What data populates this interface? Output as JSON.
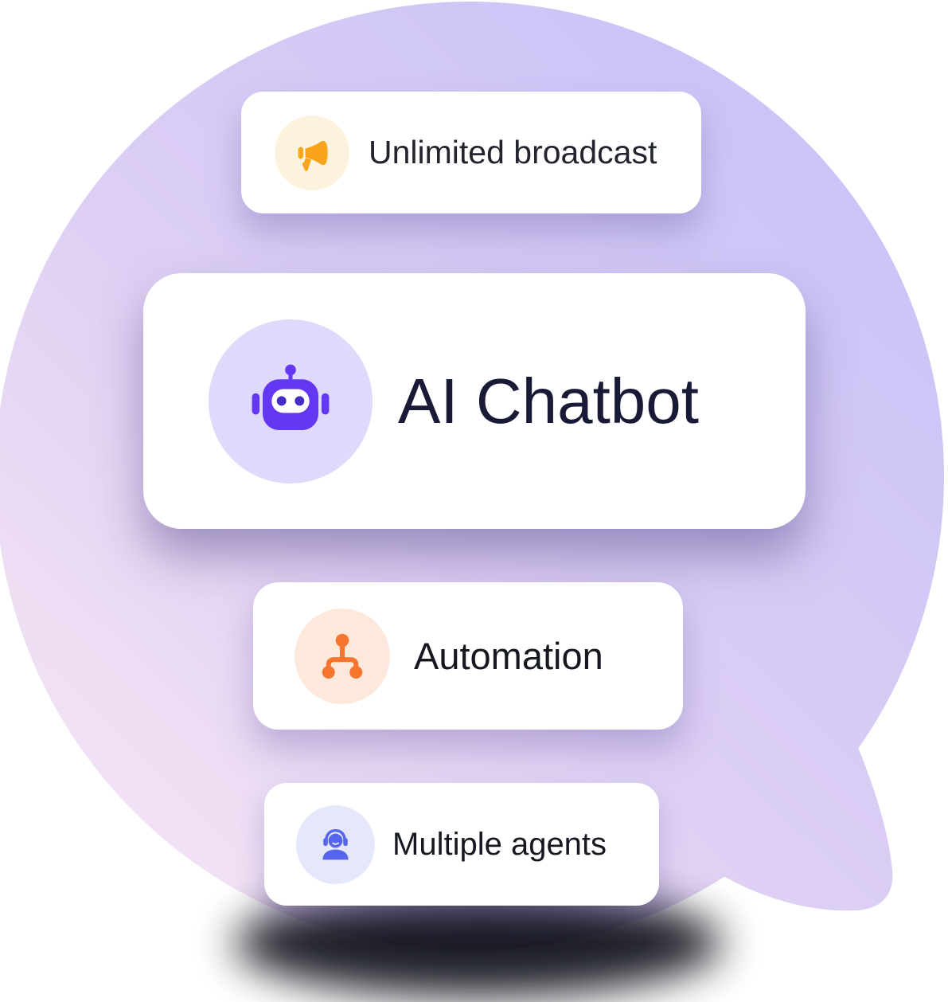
{
  "illustration": {
    "theme": "chat-features-speech-bubble",
    "background_shape": "speech-bubble-with-tail",
    "bubble": {
      "gradient": {
        "start": "#F4E4F4",
        "mid": "#DCCEF4",
        "end": "#C9C2F8"
      }
    },
    "bottom_shadow_color": "#0B0D16"
  },
  "cards": [
    {
      "label": "Unlimited broadcast",
      "icon": "megaphone-icon",
      "icon_color": "#F9A41C",
      "icon_bg": "#FCF3DF",
      "text_color": "#22242E"
    },
    {
      "label": "AI Chatbot",
      "icon": "robot-icon",
      "icon_color": "#6438F2",
      "icon_eye_color": "#432DC4",
      "icon_face_color": "#FFFFFF",
      "icon_bg": "#DFD9FB",
      "text_color": "#191A36"
    },
    {
      "label": "Automation",
      "icon": "workflow-icon",
      "icon_color": "#F5762C",
      "icon_bg": "#FCE9DB",
      "text_color": "#16181F"
    },
    {
      "label": "Multiple agents",
      "icon": "support-agent-icon",
      "icon_color": "#5565EE",
      "icon_bg": "#E5E8FB",
      "text_color": "#16181F"
    }
  ]
}
